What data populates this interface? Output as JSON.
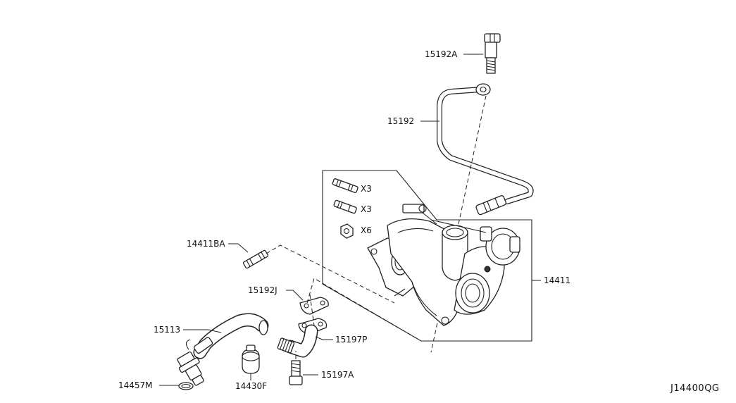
{
  "diagram": {
    "reference_code": "J14400QG",
    "parts": [
      {
        "id": "bolt-15192a",
        "label": "15192A"
      },
      {
        "id": "oil-tube-15192",
        "label": "15192"
      },
      {
        "id": "turbocharger-14411",
        "label": "14411"
      },
      {
        "id": "stud-14411ba",
        "label": "14411BA"
      },
      {
        "id": "gasket-15192j",
        "label": "15192J"
      },
      {
        "id": "oil-return-tube-15197p",
        "label": "15197P"
      },
      {
        "id": "bolt-15197a",
        "label": "15197A"
      },
      {
        "id": "hose-15113",
        "label": "15113"
      },
      {
        "id": "clamp-14430f",
        "label": "14430F"
      },
      {
        "id": "o-ring-14457m",
        "label": "14457M"
      }
    ],
    "kit_contents": [
      {
        "id": "stud-qty",
        "label": "X3"
      },
      {
        "id": "stud-qty-2",
        "label": "X3"
      },
      {
        "id": "nut-qty",
        "label": "X6"
      }
    ]
  }
}
